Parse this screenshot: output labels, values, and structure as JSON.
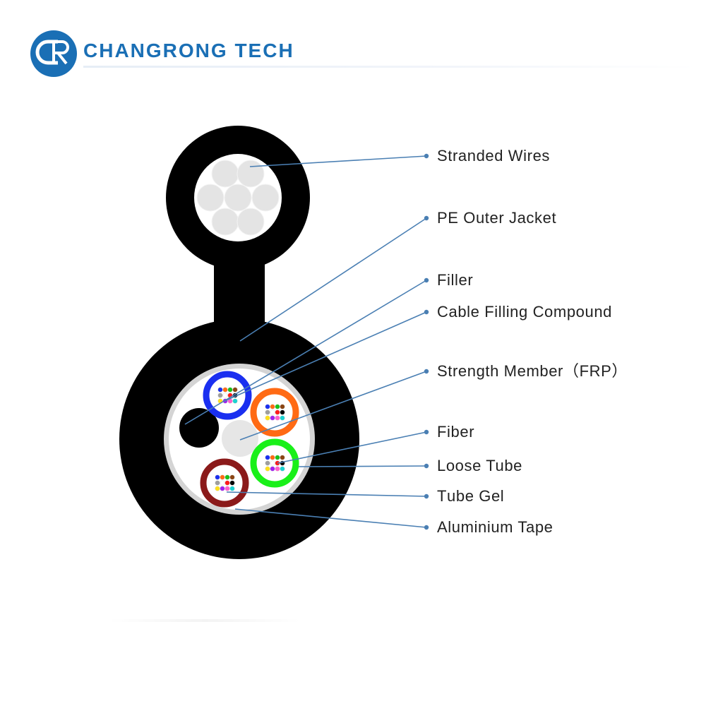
{
  "header": {
    "brand_name": "CHANGRONG TECH",
    "brand_color": "#1a6fb5",
    "logo_icon": "cr-logo-icon"
  },
  "diagram": {
    "labels": [
      {
        "id": "stranded-wires",
        "text": "Stranded Wires"
      },
      {
        "id": "pe-outer-jacket",
        "text": "PE Outer Jacket"
      },
      {
        "id": "filler",
        "text": "Filler"
      },
      {
        "id": "cable-filling-compound",
        "text": "Cable Filling Compound"
      },
      {
        "id": "strength-member",
        "text": "Strength  Member（FRP）"
      },
      {
        "id": "fiber",
        "text": "Fiber"
      },
      {
        "id": "loose-tube",
        "text": "Loose  Tube"
      },
      {
        "id": "tube-gel",
        "text": "Тube Gel"
      },
      {
        "id": "aluminium-tape",
        "text": "Aluminium  Tape"
      }
    ],
    "colors": {
      "jacket": "#000000",
      "wire": "#e4e4e4",
      "tape": "#d4d4d4",
      "leader_line": "#4a7fb3",
      "tube_blue": "#1a2ff0",
      "tube_orange": "#ff6a14",
      "tube_green": "#19f019",
      "tube_maroon": "#8b1a1a"
    },
    "fiber_colors": [
      "#1a2ff0",
      "#ff6a14",
      "#19c019",
      "#8b4513",
      "#9e9e9e",
      "#ffffff",
      "#ff1a1a",
      "#000000",
      "#ffe01a",
      "#a020f0",
      "#ff5fcf",
      "#1ad2d2"
    ]
  }
}
